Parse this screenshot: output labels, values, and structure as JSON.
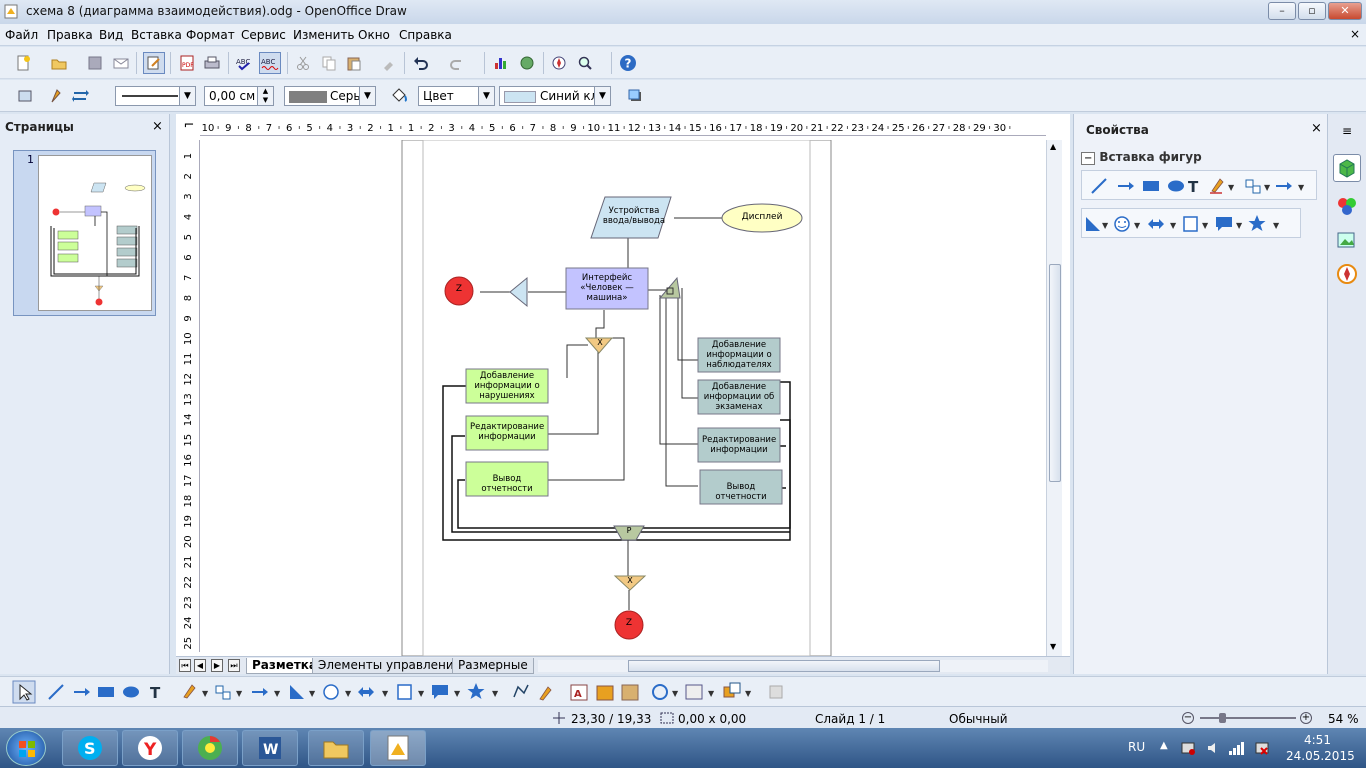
{
  "window": {
    "title": "схема 8 (диаграмма взаимодействия).odg - OpenOffice Draw"
  },
  "menu": [
    "Файл",
    "Правка",
    "Вид",
    "Вставка",
    "Формат",
    "Сервис",
    "Изменить",
    "Окно",
    "Справка"
  ],
  "menu_close": "×",
  "line_props": {
    "width_value": "0,00 см",
    "line_color": "Серый",
    "area_style": "Цвет",
    "area_color": "Синий кла"
  },
  "pages_pane": {
    "title": "Страницы",
    "close": "×",
    "page_number": "1"
  },
  "ruler": {
    "h_labels": [
      "10",
      "9",
      "8",
      "7",
      "6",
      "5",
      "4",
      "3",
      "2",
      "1",
      "1",
      "2",
      "3",
      "4",
      "5",
      "6",
      "7",
      "8",
      "9",
      "10",
      "11",
      "12",
      "13",
      "14",
      "15",
      "16",
      "17",
      "18",
      "19",
      "20",
      "21",
      "22",
      "23",
      "24",
      "25",
      "26",
      "27",
      "28",
      "29",
      "30"
    ],
    "v_labels": [
      "1",
      "2",
      "3",
      "4",
      "5",
      "6",
      "7",
      "8",
      "9",
      "10",
      "11",
      "12",
      "13",
      "14",
      "15",
      "16",
      "17",
      "18",
      "19",
      "20",
      "21",
      "22",
      "23",
      "24",
      "25"
    ]
  },
  "diagram": {
    "io_device": "Устройства ввода/вывода",
    "display": "Дисплей",
    "interface": "Интерфейс «Человек — машина»",
    "z_top": "Z",
    "z_bottom": "Z",
    "add_violations": "Добавление информации о нарушениях",
    "edit_left": "Редактирование информации",
    "report_left": "Вывод отчетности",
    "add_observers": "Добавление информации о наблюдателях",
    "add_exams": "Добавление информации об экзаменах",
    "edit_right": "Редактирование информации",
    "report_right": "Вывод отчетности",
    "gate_and": "Δ",
    "gate_x": "X",
    "gate_p": "P"
  },
  "tabs": [
    "Разметка",
    "Элементы управления",
    "Размерные"
  ],
  "properties": {
    "title": "Свойства",
    "close": "×",
    "section": "Вставка фигур",
    "menu_glyph": "≡"
  },
  "status": {
    "position": "23,30 / 19,33",
    "size": "0,00 x 0,00",
    "slide": "Слайд 1 / 1",
    "layout": "Обычный",
    "zoom": "54 %"
  },
  "taskbar": {
    "lang": "RU",
    "time": "4:51",
    "date": "24.05.2015"
  },
  "colors": {
    "io": "#cce4f2",
    "display": "#ffffc4",
    "interface": "#c3c3ff",
    "green": "#ccff99",
    "teal": "#b3cccc",
    "red": "#ee3333",
    "gate_orange": "#f2c983",
    "gate_olive": "#b8c8a0"
  }
}
